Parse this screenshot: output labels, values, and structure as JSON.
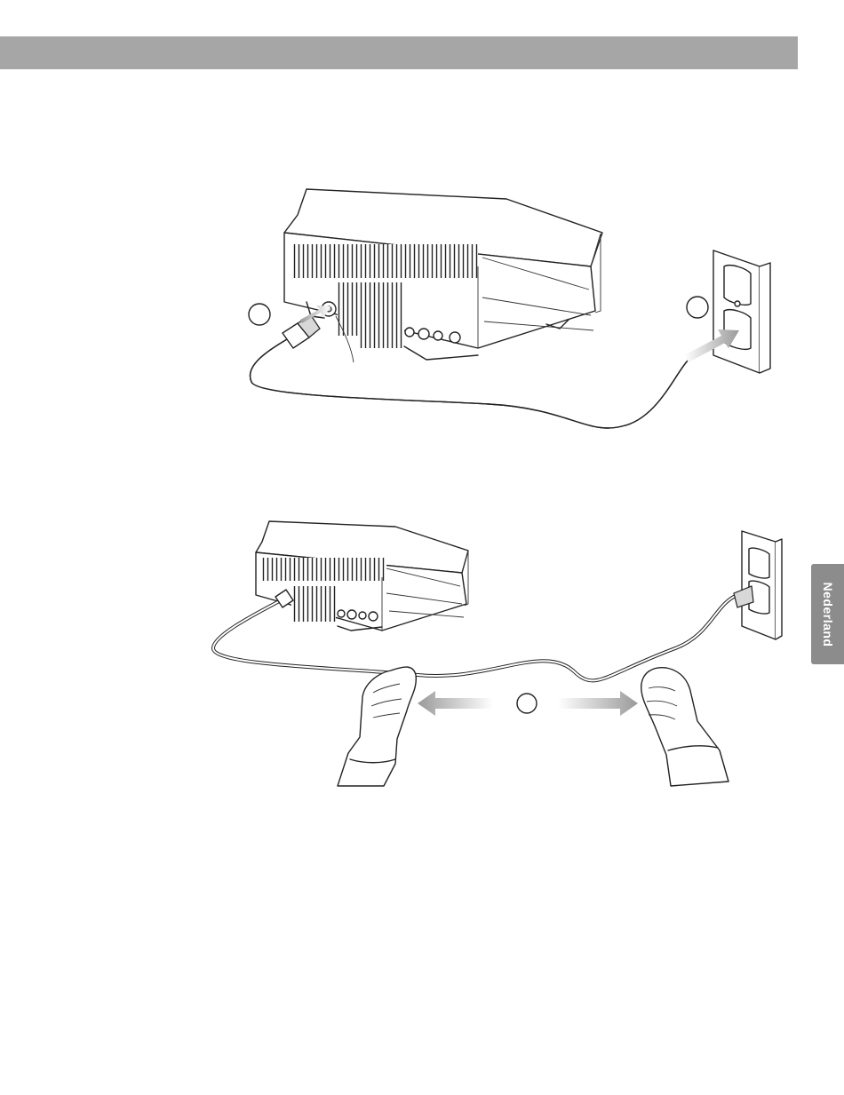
{
  "sidebar": {
    "language_tab": "Nederland"
  },
  "colors": {
    "header_bar": "#a6a6a6",
    "side_tab": "#8c8c8c",
    "arrow": "#b5b5b5"
  },
  "figures": {
    "top": {
      "step_markers": 2
    },
    "bottom": {
      "step_markers": 1
    }
  }
}
